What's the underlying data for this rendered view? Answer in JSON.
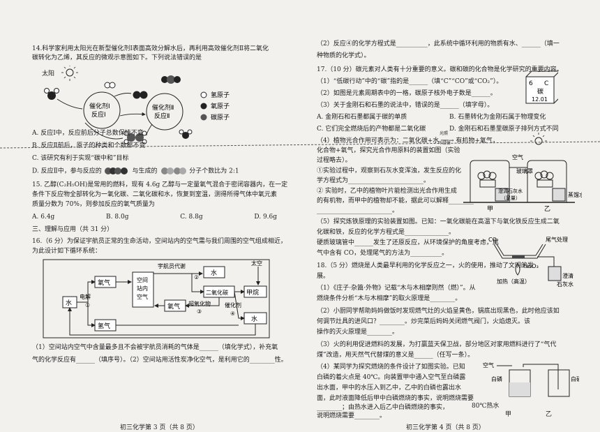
{
  "left": {
    "q14": {
      "l1": "14.科学家利用太阳光在新型催化剂Ⅰ表面高效分解水后，再利用高效催化剂Ⅱ将二氧化",
      "l2": "碳转化为乙烯，其反应的微观示意图如下。下列说法错误的是",
      "sun": "太阳",
      "cat1a": "催化剂Ⅰ",
      "cat1b": "反应Ⅰ",
      "cat2a": "催化剂Ⅱ",
      "cat2b": "反应Ⅱ",
      "legend": [
        "氢原子",
        "氧原子",
        "碳原子"
      ],
      "A": "A. 反应Ⅰ中，反应前后分子总数保持不变",
      "B": "B. 反应Ⅱ前后，原子的种类和个数都不变",
      "C": "C. 该研究有利于实现“碳中和”目标",
      "D1": "D. 反应Ⅱ中，参与反应的",
      "D2": "与生成的",
      "D3": "分子个数比为 2:1"
    },
    "q15": {
      "l1": "15. 乙醇(C₂H₅OH)是常用的燃料，现有 4.6g 乙醇与一定量氧气混合于密闭容器内，在一定",
      "l2": "条件下反应物全部转化为一氧化碳、二氧化碳和水，恢复到室温，测得所得气体中氧元素",
      "l3": "质量分数为 70%，则参加反应的氧气质量为",
      "A": "A. 6.4g",
      "B": "B. 8.0g",
      "C": "C. 8.8g",
      "D": "D. 9.6g"
    },
    "section": "三、理解与应用（共 31 分）",
    "q16": {
      "l1": "16.（6 分）为保证宇航员正常的生命活动，空间站内的空气需与我们周围的空气组成相近，",
      "l2": "为此设计如下循环系统：",
      "space": "太空",
      "water": "水",
      "electrolysis": "电解",
      "oxygen": "氧气",
      "hydrogen": "氢气",
      "station": [
        "空间",
        "站内",
        "空气"
      ],
      "metabolism": "宇航员代谢",
      "water2": "水",
      "co2": "二氧化碳",
      "oxygen2": "氧气",
      "superox": "超氧化物",
      "catalyst": "催化剂",
      "methane": "甲烷",
      "water3": "水",
      "n1": "①",
      "n2": "②",
      "n3": "③",
      "n4": "④",
      "a1": "（1）空间站内空气中含量最多且不会被宇航员消耗的气体是______（填化学式），补充氧",
      "a2": "气的化学反应有______（填序号）。（2）空间站用活性炭净化空气，是利用它的________性。"
    },
    "footer": "初三化学第 3 页（共 8 页）"
  },
  "right": {
    "r1": "（2）反应④的化学方程式是__________，此系统中循环利用的物质有水、______（填一",
    "r2": "种物质的化学式）。",
    "q17": {
      "l1": "17.（10 分）碳元素对人类有十分重要的意义。碳和碳的化合物是化学研究的重要内容。",
      "l2": "（1）“低碳行动”中的“碳”指的是______（填“C”“CO”或“CO₂”）。",
      "l3": "（2）如图是元素周期表中的一格，碳原子核外电子数是______。",
      "l4": "（3）关于金刚石和石墨的说法中，错误的是______（填字母）。",
      "A": "A. 金刚石和石墨都属于碳的单质",
      "B": "B. 石墨转化为金刚石属于物理变化",
      "C": "C. 它们完全燃烧后的产物都是二氧化碳",
      "D": "D. 金刚石和石墨里碳原子排列方式不同",
      "cellNum": "6",
      "cellSym": "C",
      "cellName": "碳",
      "cellMass": "12.01",
      "l5": "（4）植物光合作用可表示为：二氧化碳+水 ──→ 有机物+氧气，",
      "l5b": "光照",
      "l5c": "叶绿体",
      "l6": "化合物+氧气，探究光合作用原料的装置如图（实验",
      "l7": "过程略去）。",
      "l8": "①实验过程中，观察到石灰水变浑浊，发生反应的化",
      "l9": "学方程式为________________________。",
      "l10": "② 实验时，乙中的植物叶片能检测出光合作用生成",
      "l11": "的有机物，而甲中的植物却不能，据此可以解释________",
      "l12": "________________________。",
      "air": "空气",
      "glass": "玻璃罩",
      "limewater": "澄清石灰水",
      "enough": "（足量）",
      "distilled": "蒸馏水",
      "jia": "甲",
      "yi": "乙",
      "l13": "（5）探究炼铁原理的实验装置如图。已知：一氧化碳能在高温下与氧化铁反应生成二氧",
      "l14": "化碳和铁，反应的化学方程式是______________。",
      "l15": "硬质玻璃管中______发生了还原反应，从环境保护的角度考虑，尾",
      "l16": "气中含有 CO，处理尾气的方法为__________。",
      "co": "CO",
      "tail": "尾气处理",
      "fe2o3": "Fe₂O₃",
      "heat": "加热（高温）",
      "lime2": [
        "澄清",
        "石灰水"
      ]
    },
    "q18": {
      "l1": "18.（5 分）燃烧是人类最早利用的化学反应之一，火的使用，推动了文明的发",
      "l2": "展。",
      "l3": "（1）《庄子·杂篇·外物》记载“木与木相摩则然（燃）”。从",
      "l4": "燃烧条件分析“木与木相摩”的取火原理是________。",
      "l5": "（2）小厨同学帮助妈妈做饭时发现燃气灶的火焰呈黄色，锅底出现黑色，此时他应该如",
      "l6": "何调节灶具的进风口？________。炒完菜后妈妈关闭燃气阀门，火焰熄灭。该",
      "l7": "操作的灭火原理是________。",
      "l8": "（3）火的利用促进燃料的发展，为打赢蓝天保卫战，部分地区对家用燃料进行了“气代",
      "l9": "煤”改造，用天然气代替煤的意义是______（任写一条）。",
      "l10": "（4）某同学为探究燃烧的条件设计了如图实验。已知",
      "l11": "白磷的着火点是 40℃。向装置甲中通入空气至白磷露",
      "l12": "出水面，甲中的水压入到乙中，乙中的白磷也露出水",
      "l13": "面，此时液面降低后甲中白磷燃烧的事实，说明燃烧需要",
      "l14": "________；由热水进入后乙中白磷燃烧的事实，",
      "l15": "说明燃烧需要________。",
      "air": "空气",
      "wp1": "白磷",
      "wp2": "白磷",
      "hot": "80℃热水",
      "jia": "甲",
      "yi": "乙"
    },
    "footer": "初三化学第 4 页（共 8 页）"
  }
}
